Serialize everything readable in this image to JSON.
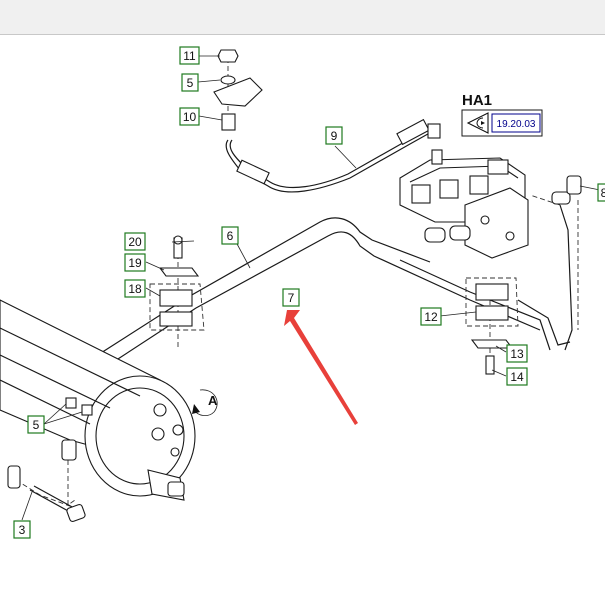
{
  "window": {
    "accent": "#f0f0f0"
  },
  "callouts": {
    "c11": "11",
    "c5a": "5",
    "c10": "10",
    "c9": "9",
    "c8": "8",
    "c6": "6",
    "c7": "7",
    "c20": "20",
    "c19": "19",
    "c18": "18",
    "c12": "12",
    "c13": "13",
    "c14": "14",
    "c5b": "5",
    "c3": "3"
  },
  "view_label": "A",
  "reference": {
    "title": "HA1",
    "code": "19.20.03",
    "icon": "view-direction-icon"
  },
  "arrow": {
    "color": "#e8403a",
    "icon": "red-pointer-arrow-icon"
  }
}
